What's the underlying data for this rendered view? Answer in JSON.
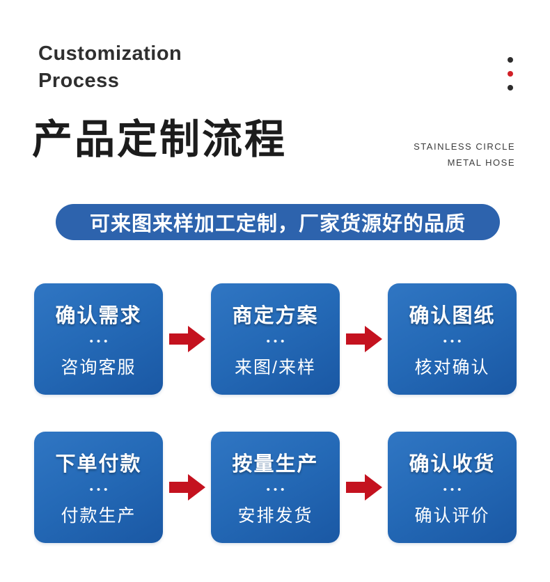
{
  "header": {
    "title_en_line1": "Customization",
    "title_en_line2": "Process",
    "title_cn": "产品定制流程",
    "subtitle_right_line1": "STAINLESS CIRCLE",
    "subtitle_right_line2": "METAL HOSE"
  },
  "banner": {
    "text": "可来图来样加工定制，厂家货源好的品质"
  },
  "separator_dots": "•••",
  "steps": [
    {
      "title": "确认需求",
      "subtitle": "咨询客服"
    },
    {
      "title": "商定方案",
      "subtitle": "来图/来样"
    },
    {
      "title": "确认图纸",
      "subtitle": "核对确认"
    },
    {
      "title": "下单付款",
      "subtitle": "付款生产"
    },
    {
      "title": "按量生产",
      "subtitle": "安排发货"
    },
    {
      "title": "确认收货",
      "subtitle": "确认评价"
    }
  ],
  "colors": {
    "banner_blue": "#2d63ad",
    "box_blue_light": "#3076c3",
    "box_blue_dark": "#1a58a4",
    "arrow_red": "#c4121f",
    "dot_dark": "#2e2d2d",
    "dot_red": "#d12027",
    "heading_dark": "#1c1c1c"
  }
}
